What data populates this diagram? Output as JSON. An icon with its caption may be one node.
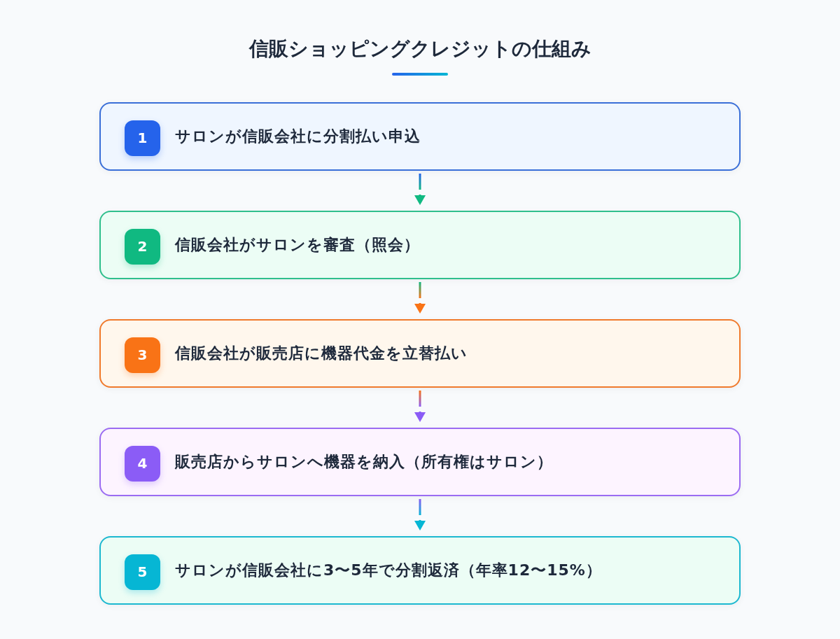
{
  "diagram": {
    "title": "信販ショッピングクレジットの仕組み",
    "nodes": [
      {
        "text": [
          "サロンが信販会社に分割払い申込"
        ]
      },
      {
        "text": [
          "1"
        ],
        "in": 0
      },
      {
        "text": [
          "信販会社がサロンを審査（照会）"
        ]
      },
      {
        "text": [
          "2"
        ],
        "in": 2
      },
      {
        "text": [
          "信販会社が販売店に機器代金を立替払い"
        ]
      },
      {
        "text": [
          "3"
        ],
        "in": 4
      },
      {
        "text": [
          "販売店からサロンへ機器を納入（所有権はサロン）"
        ]
      },
      {
        "text": [
          "4"
        ],
        "in": 6
      },
      {
        "text": [
          "サロンが信販会社に3〜5年で分割返済（年率12〜15%）"
        ]
      },
      {
        "text": [
          "5"
        ],
        "in": 8
      }
    ],
    "edges": [
      {
        "from": 0,
        "to": 2,
        "arrow": "to"
      },
      {
        "from": 2,
        "to": 4,
        "arrow": "to"
      },
      {
        "from": 4,
        "to": 6,
        "arrow": "to"
      },
      {
        "from": 6,
        "to": 8,
        "arrow": "to"
      }
    ]
  }
}
